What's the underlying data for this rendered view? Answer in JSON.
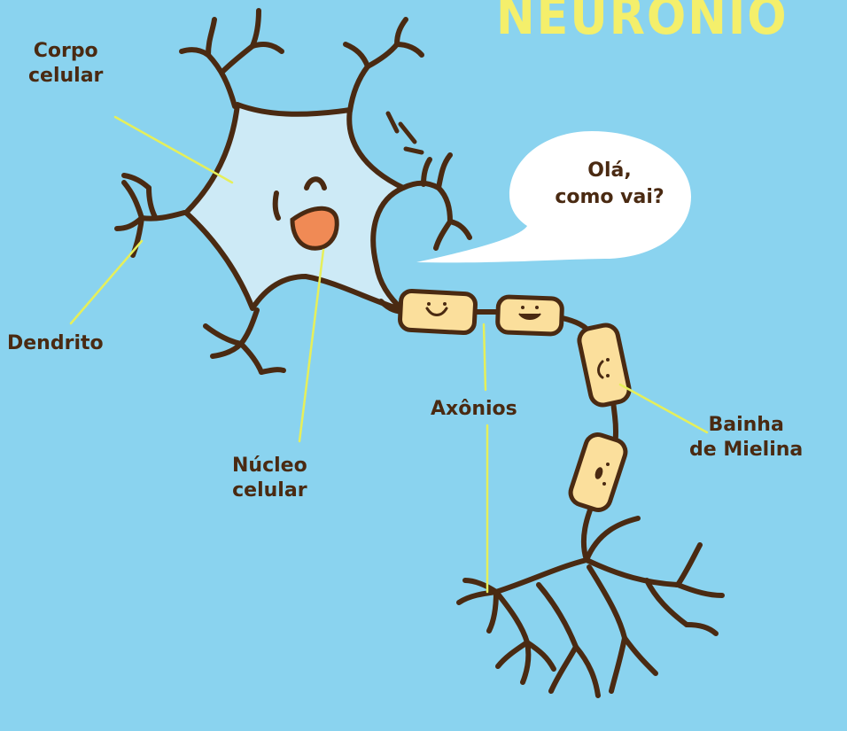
{
  "title": "NEURÔNIO",
  "bubble": {
    "line1": "Olá,",
    "line2": "como vai?"
  },
  "labels": {
    "corpo_line1": "Corpo",
    "corpo_line2": "celular",
    "dendrito": "Dendrito",
    "nucleo_line1": "Núcleo",
    "nucleo_line2": "celular",
    "axonios": "Axônios",
    "bainha_line1": "Bainha",
    "bainha_line2": "de Mielina"
  },
  "colors": {
    "background": "#8ad3ef",
    "outline": "#4a2a12",
    "cell_body": "#cdeaf6",
    "nucleus": "#f08a55",
    "myelin": "#fbdf9c",
    "pointer": "#e6ef5a",
    "title": "#f4ef6b"
  }
}
